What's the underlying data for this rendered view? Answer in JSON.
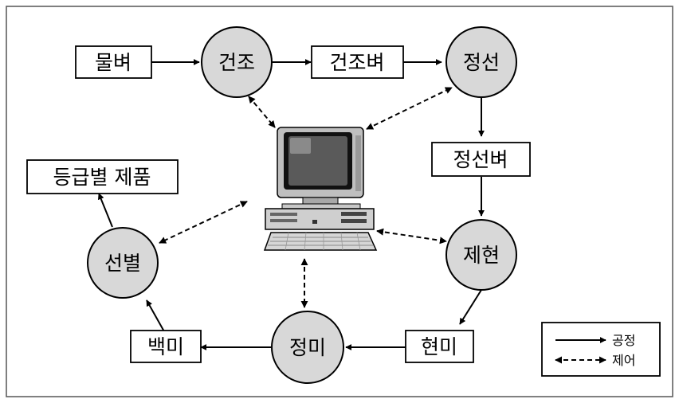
{
  "colors": {
    "frame": "#555555",
    "circle_fill": "#d8d8d8",
    "line": "#000000"
  },
  "process_nodes": {
    "drying": "건조",
    "hulling": "정선",
    "husking": "제현",
    "polishing": "정미",
    "sorting": "선별"
  },
  "product_boxes": {
    "paddy": "물벼",
    "dried_paddy": "건조벼",
    "cleaned_paddy": "정선벼",
    "brown_rice": "현미",
    "white_rice": "백미",
    "graded_product": "등급별 제품"
  },
  "center": {
    "icon": "computer-icon"
  },
  "legend": {
    "process_label": "공정",
    "control_label": "제어"
  }
}
